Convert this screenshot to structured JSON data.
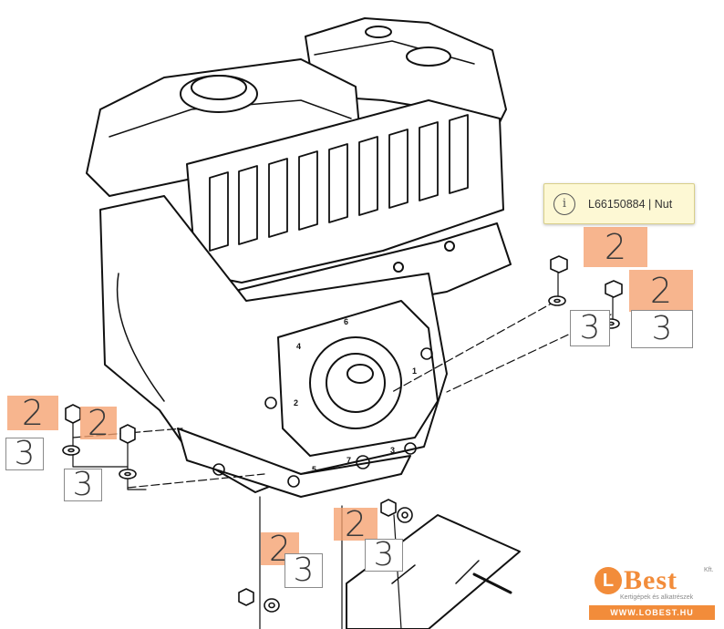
{
  "tooltip": {
    "icon": "info-icon",
    "text": "L66150884 | Nut"
  },
  "callouts": {
    "nut_1": "2",
    "nut_2": "2",
    "nut_3": "2",
    "nut_4": "2",
    "nut_5": "2",
    "nut_6": "2",
    "washer_1": "3",
    "washer_2": "3",
    "washer_3": "3",
    "washer_4": "3",
    "washer_5": "3",
    "washer_6": "3"
  },
  "engine_marks": {
    "m1": "1",
    "m2": "2",
    "m3": "3",
    "m4": "4",
    "m5": "5",
    "m6": "6",
    "m7": "7"
  },
  "logo": {
    "letter": "L",
    "name": "Best",
    "suffix": "Kft.",
    "tagline": "Kertigépek és alkatrészek",
    "url": "WWW.LOBEST.HU"
  },
  "colors": {
    "nut_highlight": "#f5a06e",
    "accent": "#f28c3a",
    "tooltip_bg": "#fdf8d4"
  }
}
